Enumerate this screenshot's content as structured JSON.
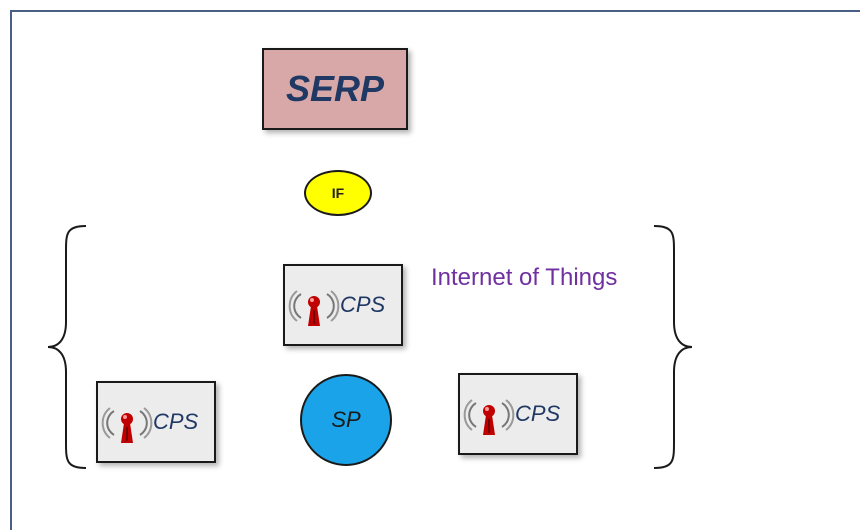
{
  "diagram": {
    "serp_label": "SERP",
    "if_label": "IF",
    "sp_label": "SP",
    "iot_label": "Internet of Things",
    "cps_nodes": [
      {
        "id": "cps-top",
        "label": "CPS"
      },
      {
        "id": "cps-left",
        "label": "CPS"
      },
      {
        "id": "cps-right",
        "label": "CPS"
      }
    ],
    "icons": {
      "cps": "wireless-tower-icon",
      "brace": "curly-brace"
    },
    "colors": {
      "serp_fill": "#d8a8a8",
      "if_fill": "#ffff00",
      "sp_fill": "#1aa3e8",
      "cps_fill": "#ececec",
      "text_navy": "#1f3864",
      "iot_text": "#7030a0"
    }
  }
}
